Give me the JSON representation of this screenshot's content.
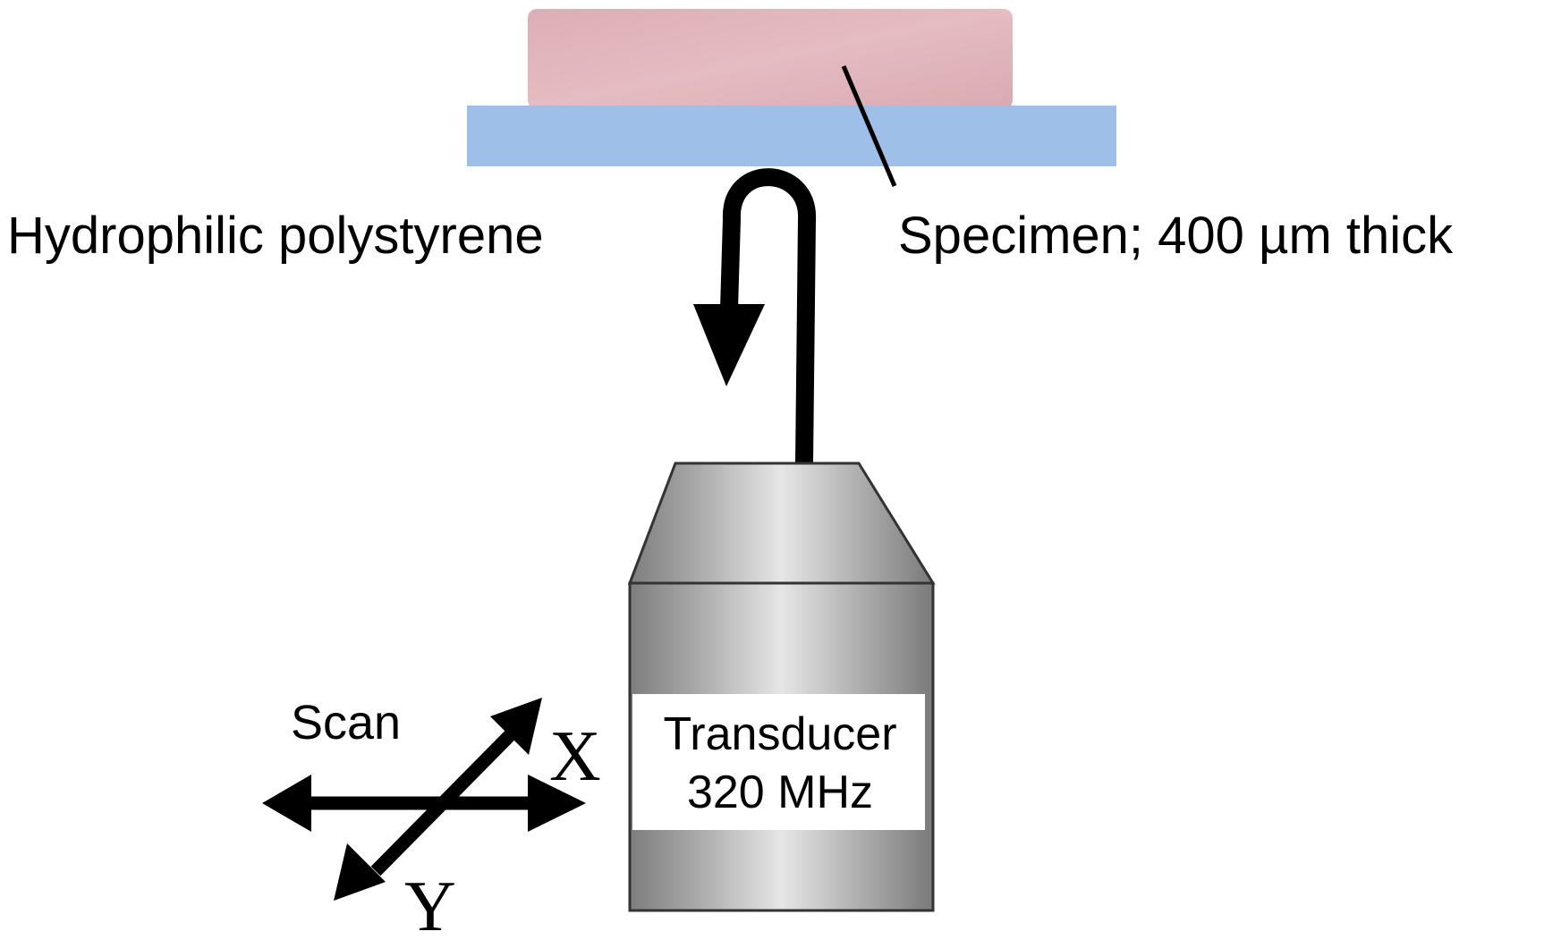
{
  "labels": {
    "substrate": "Hydrophilic polystyrene",
    "specimen": "Specimen; 400 µm thick",
    "transducer_line1": "Transducer",
    "transducer_line2": "320 MHz",
    "scan": "Scan",
    "axis_x": "X",
    "axis_y": "Y"
  },
  "colors": {
    "specimen": "#dfb3b9",
    "substrate": "#9dbfe8",
    "transducer_body": "#b3b3b3",
    "ink": "#000000"
  }
}
